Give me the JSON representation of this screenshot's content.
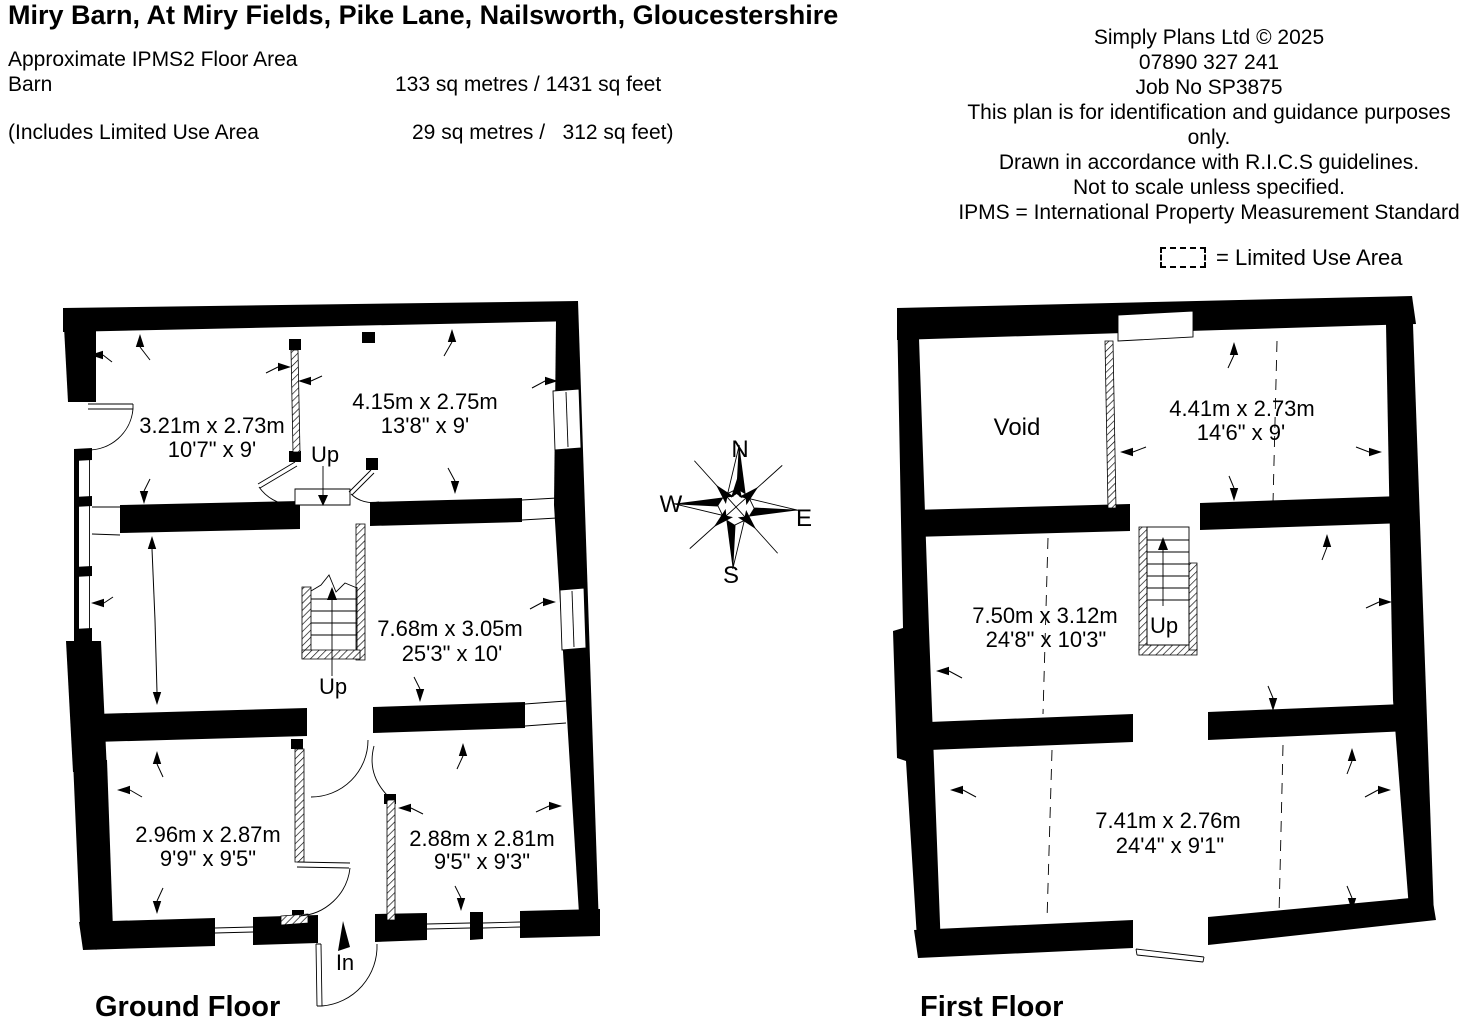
{
  "header": {
    "title": "Miry Barn, At Miry Fields, Pike Lane, Nailsworth, Gloucestershire",
    "area_section": {
      "heading": "Approximate IPMS2 Floor Area",
      "rows": [
        {
          "label": "Barn",
          "value": "133 sq metres / 1431 sq feet"
        },
        {
          "label": "(Includes Limited Use Area",
          "value": "29 sq metres /   312 sq feet)"
        }
      ]
    },
    "company_block": {
      "lines": [
        "Simply Plans Ltd © 2025",
        "07890 327 241",
        "Job No SP3875",
        "This plan is for identification and guidance purposes only.",
        "Drawn in accordance with R.I.C.S guidelines.",
        "Not to scale unless specified.",
        "IPMS = International Property Measurement Standard"
      ]
    }
  },
  "legend": {
    "limited_use_label": "= Limited Use Area"
  },
  "compass": {
    "n": "N",
    "e": "E",
    "s": "S",
    "w": "W"
  },
  "ground_floor": {
    "title": "Ground Floor",
    "rooms": {
      "top_left": {
        "metric": "3.21m x 2.73m",
        "imperial": "10'7\" x 9'"
      },
      "top_right": {
        "metric": "4.15m x 2.75m",
        "imperial": "13'8\" x 9'"
      },
      "middle": {
        "metric": "7.68m x 3.05m",
        "imperial": "25'3\" x 10'"
      },
      "bottom_left": {
        "metric": "2.96m x 2.87m",
        "imperial": "9'9\" x 9'5\""
      },
      "bottom_right": {
        "metric": "2.88m x 2.81m",
        "imperial": "9'5\" x 9'3\""
      }
    },
    "hall_up_label": "Up",
    "stair_up_label": "Up",
    "entrance_label": "In"
  },
  "first_floor": {
    "title": "First Floor",
    "rooms": {
      "void": {
        "name": "Void"
      },
      "top_right": {
        "metric": "4.41m x 2.73m",
        "imperial": "14'6\" x 9'"
      },
      "middle": {
        "metric": "7.50m x 3.12m",
        "imperial": "24'8\" x 10'3\""
      },
      "bottom": {
        "metric": "7.41m x 2.76m",
        "imperial": "24'4\" x 9'1\""
      }
    },
    "stair_up_label": "Up"
  },
  "colors": {
    "ink": "#000000",
    "paper": "#ffffff"
  }
}
